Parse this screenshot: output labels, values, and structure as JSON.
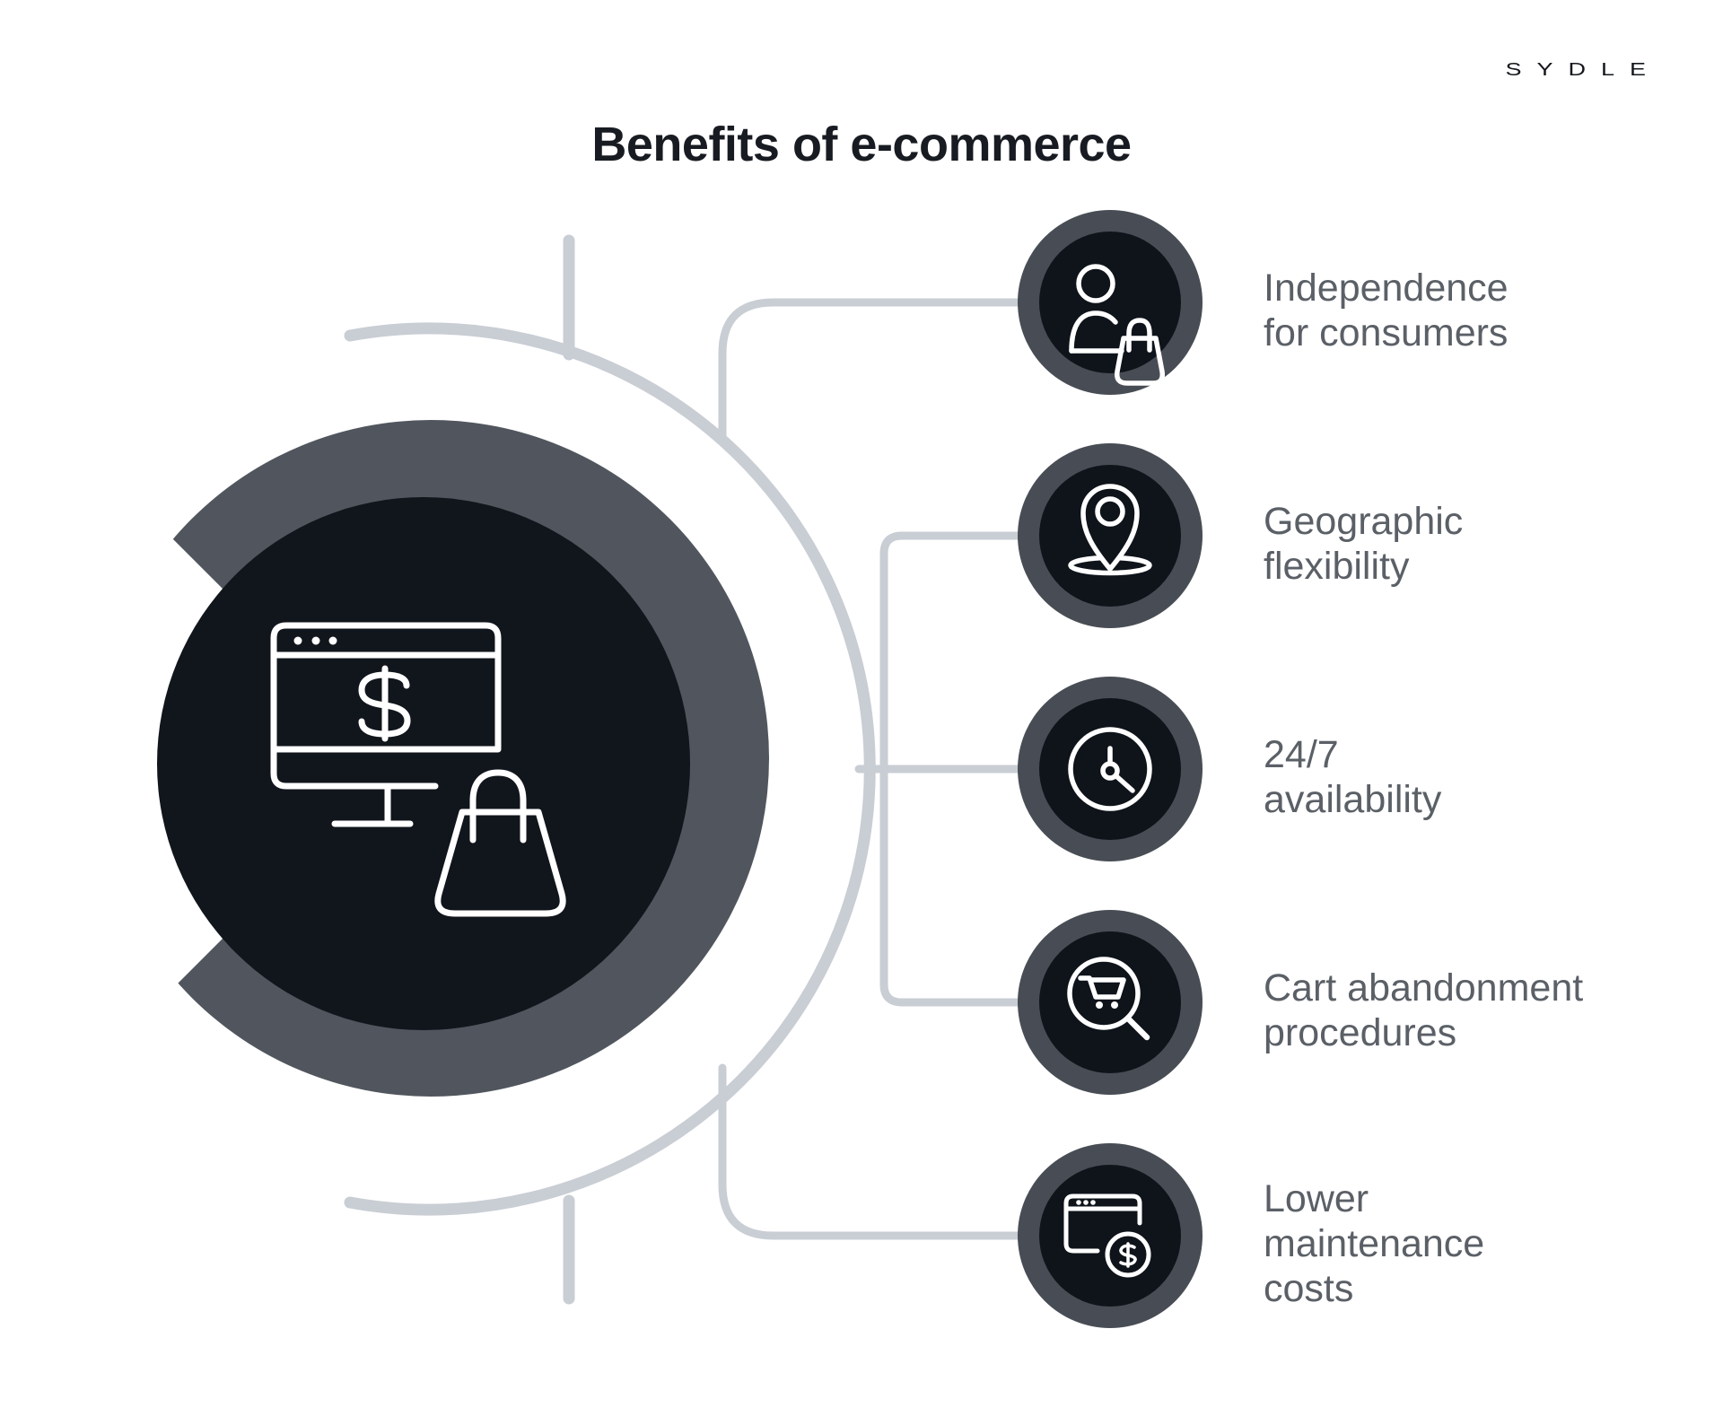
{
  "title": "Benefits of e-commerce",
  "brand": "SYDLE",
  "colors": {
    "background": "#ffffff",
    "dark_circle": "#11151c",
    "gray_crescent": "#51565e",
    "node_ring": "#484d55",
    "node_inner": "#0f141b",
    "connector_line": "#c9cdd4",
    "label_text": "#5b6067",
    "title_text": "#181c22",
    "icon_stroke": "#ffffff"
  },
  "hero": {
    "icon": "ecommerce-monitor-dollar-shopping-bag-icon"
  },
  "benefits": [
    {
      "label": "Independence\nfor consumers",
      "icon": "person-shopping-bag-icon"
    },
    {
      "label": "Geographic\nflexibility",
      "icon": "location-pin-icon"
    },
    {
      "label": "24/7\navailability",
      "icon": "clock-icon"
    },
    {
      "label": "Cart abandonment\nprocedures",
      "icon": "cart-magnifier-icon"
    },
    {
      "label": "Lower\nmaintenance\ncosts",
      "icon": "browser-dollar-coin-icon"
    }
  ]
}
